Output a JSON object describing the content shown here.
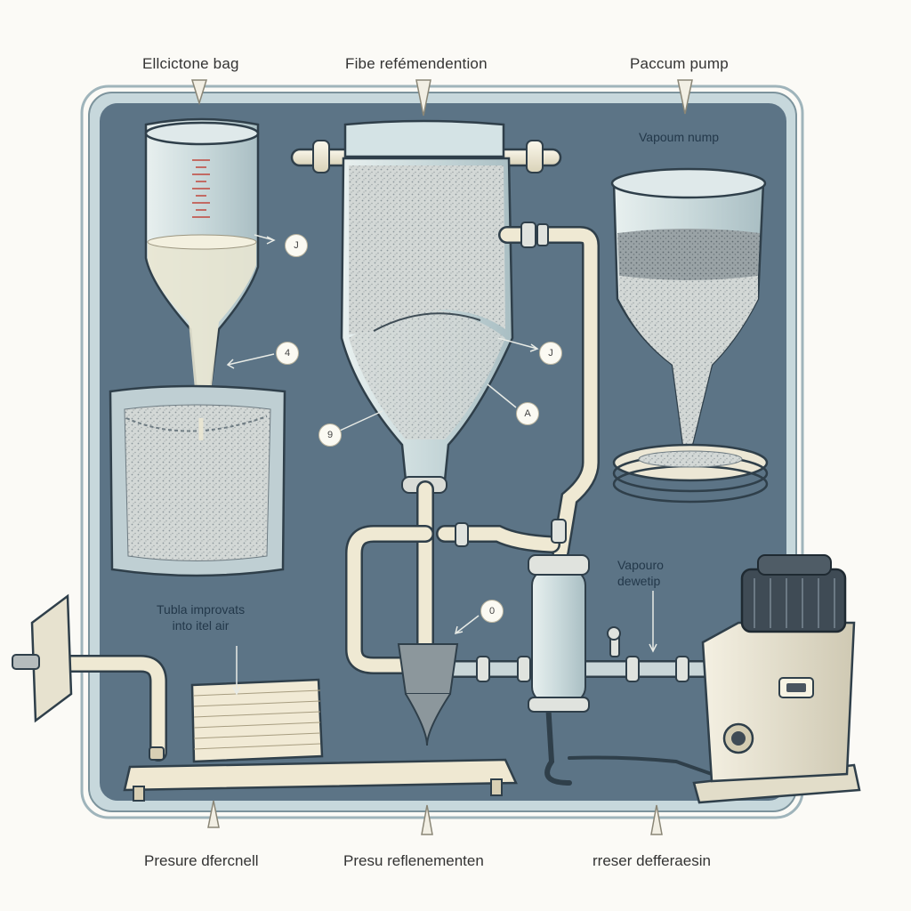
{
  "labels": {
    "top_left": "Ellcictone bag",
    "top_center": "Fibe refémendention",
    "top_right": "Paccum pump",
    "inner_right": "Vapoum nump",
    "vapour_line1": "Vapouro",
    "vapour_line2": "dewetip",
    "tubla_line1": "Tubla improvats",
    "tubla_line2": "into itel air",
    "bottom_left": "Presure dfercnell",
    "bottom_center": "Presu reflenementen",
    "bottom_right": "rreser defferaesin"
  },
  "badges": [
    "J",
    "4",
    "J",
    "A",
    "9",
    "0"
  ],
  "colors": {
    "panel": "#5c7486",
    "frame": "#c7d8dc",
    "glass": "#d9e6e6",
    "fluid": "#e8e5d2",
    "pipe": "#efe9d3",
    "wood": "#efe8d2",
    "pump_body": "#ece7d5",
    "pump_cap": "#3f4b55"
  },
  "icons": [
    "graduated-funnel-icon",
    "filter-bag-icon",
    "sand-filter-icon",
    "bowl-funnel-icon",
    "vacuum-pump-icon",
    "pipe-valve-icon"
  ]
}
